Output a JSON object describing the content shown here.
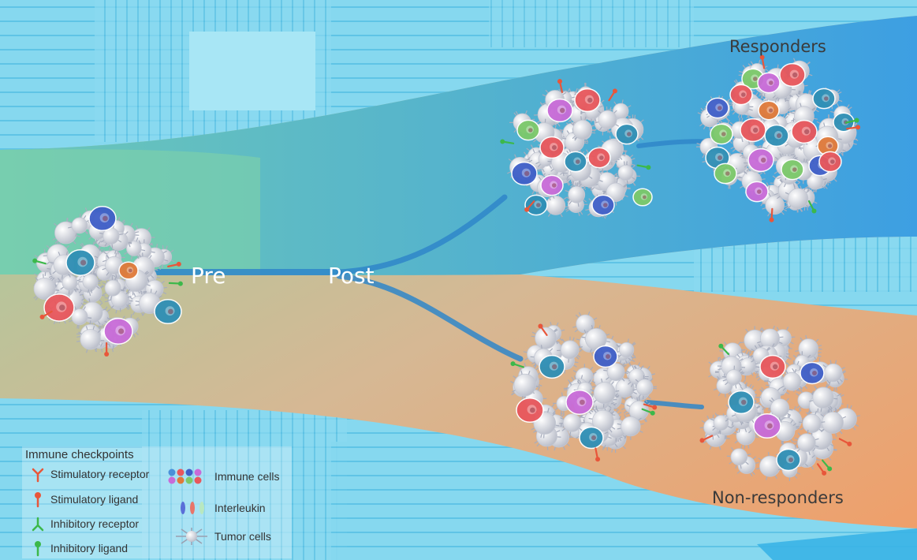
{
  "labels": {
    "pre": "Pre",
    "post": "Post",
    "responders": "Responders",
    "non_responders": "Non-responders"
  },
  "legend": {
    "title": "Immune checkpoints",
    "stimulatory_receptor": "Stimulatory receptor",
    "stimulatory_ligand": "Stimulatory ligand",
    "inhibitory_receptor": "Inhibitory receptor",
    "inhibitory_ligand": "Inhibitory ligand",
    "immune_cells": "Immune cells",
    "interleukin": "Interleukin",
    "tumor_cells": "Tumor cells"
  },
  "colors": {
    "stimulatory": "#e8563a",
    "inhibitory": "#3cb84a",
    "immune_red": "#e8575c",
    "immune_blue": "#3f5fc8",
    "immune_teal": "#2f8fb5",
    "immune_purple": "#c86bd8",
    "immune_green": "#7cc96a",
    "immune_orange": "#e07a3a",
    "tumor": "#e6e8ee"
  },
  "icons": [
    "stimulatory-receptor-icon",
    "stimulatory-ligand-icon",
    "inhibitory-receptor-icon",
    "inhibitory-ligand-icon",
    "immune-cells-icon",
    "interleukin-icon",
    "tumor-cell-icon"
  ]
}
